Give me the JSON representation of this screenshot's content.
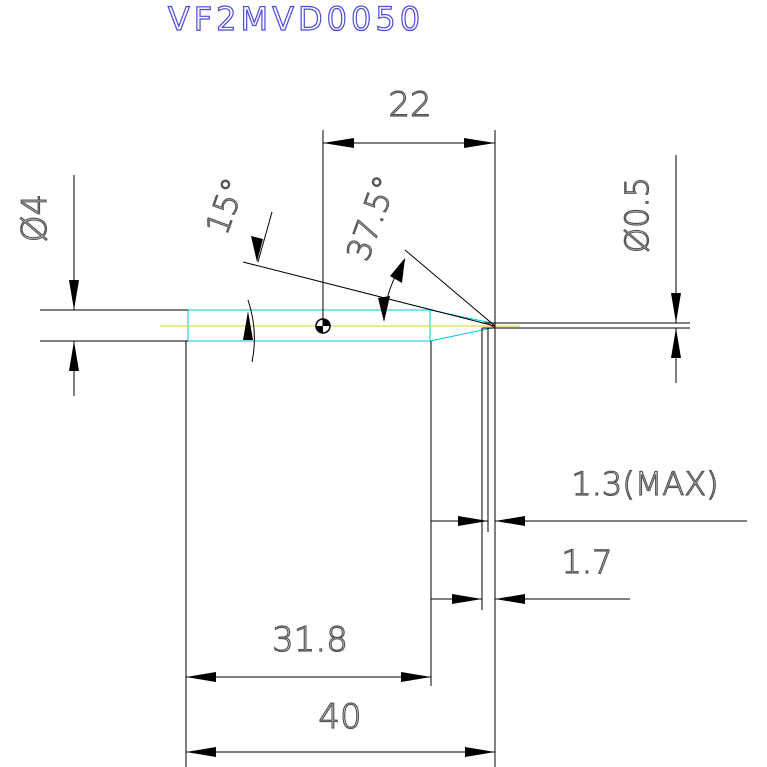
{
  "drawing": {
    "part_number": "VF2MVD0050",
    "dimensions": {
      "overall_shank_length": "22",
      "shank_diameter": "Ø4",
      "tip_diameter": "Ø0.5",
      "angle_small": "15°",
      "angle_point": "37.5°",
      "tip_length_max": "1.3(MAX)",
      "flute_length": "1.7",
      "body_length": "31.8",
      "total_length": "40"
    },
    "colors": {
      "outline": "#000000",
      "dimension": "#555555",
      "title": "#4b4bd8",
      "centerline": "#e0d020",
      "body_edge": "#00c8e0",
      "tip_mark": "#e01010"
    }
  }
}
